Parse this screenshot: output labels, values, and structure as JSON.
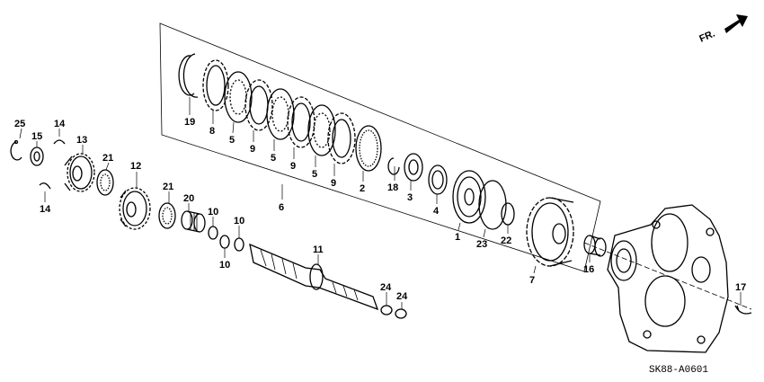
{
  "diagram": {
    "code": "SK88-A0601",
    "direction_label": "FR.",
    "callouts": [
      "25",
      "15",
      "14",
      "13",
      "21",
      "12",
      "21",
      "20",
      "10",
      "10",
      "10",
      "14",
      "19",
      "8",
      "5",
      "9",
      "5",
      "9",
      "5",
      "9",
      "2",
      "6",
      "18",
      "3",
      "4",
      "1",
      "23",
      "22",
      "7",
      "16",
      "11",
      "24",
      "24",
      "17"
    ]
  }
}
